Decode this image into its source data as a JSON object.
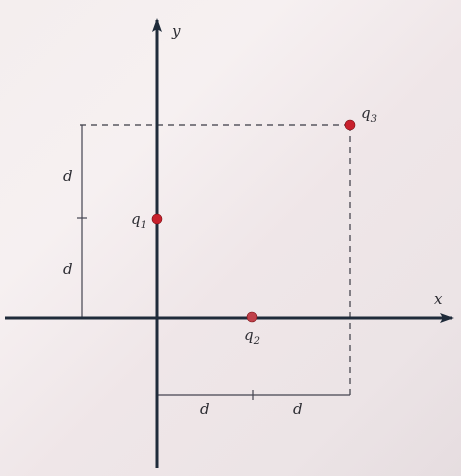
{
  "axes": {
    "x_label": "x",
    "y_label": "y"
  },
  "charges": [
    {
      "name": "q",
      "sub": "1",
      "color": "#c8202c"
    },
    {
      "name": "q",
      "sub": "2",
      "color": "#c0404a"
    },
    {
      "name": "q",
      "sub": "3",
      "color": "#c8202c"
    }
  ],
  "dimensions": {
    "vertical_upper": "d",
    "vertical_lower": "d",
    "horizontal_left": "d",
    "horizontal_right": "d"
  },
  "colors": {
    "axis": "#1f2b3a",
    "dash": "#3a3a44",
    "dimension_line": "#444450"
  }
}
